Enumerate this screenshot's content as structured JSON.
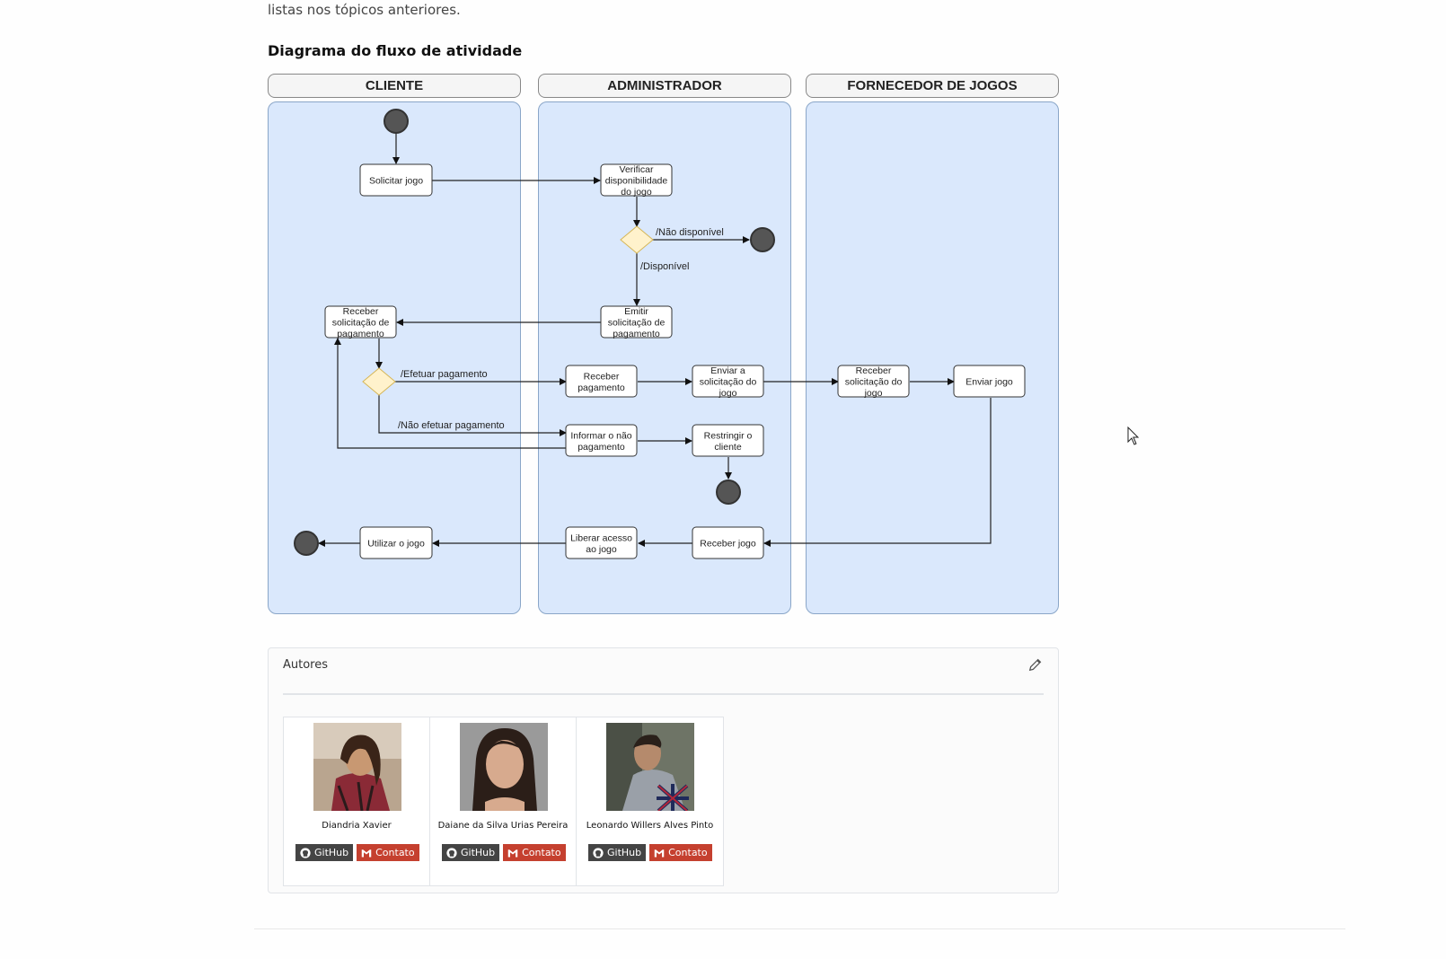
{
  "page": {
    "intro_text": "listas nos tópicos anteriores.",
    "section_title": "Diagrama do fluxo de atividade"
  },
  "diagram": {
    "lanes": [
      "CLIENTE",
      "ADMINISTRADOR",
      "FORNECEDOR DE JOGOS"
    ],
    "nodes": {
      "solicitar": [
        "Solicitar jogo"
      ],
      "verificar": [
        "Verificar",
        "disponibilidade",
        "do jogo"
      ],
      "emitir": [
        "Emitir",
        "solicitação de",
        "pagamento"
      ],
      "receber_solic": [
        "Receber",
        "solicitação de",
        "pagamento"
      ],
      "receber_pag": [
        "Receber",
        "pagamento"
      ],
      "enviar_solic": [
        "Enviar a",
        "solicitação do",
        "jogo"
      ],
      "forn_receber": [
        "Receber",
        "solicitação do",
        "jogo"
      ],
      "enviar_jogo": [
        "Enviar jogo"
      ],
      "informar": [
        "Informar o não",
        "pagamento"
      ],
      "restringir": [
        "Restringir o",
        "cliente"
      ],
      "receber_jogo": [
        "Receber jogo"
      ],
      "liberar": [
        "Liberar acesso",
        "ao jogo"
      ],
      "utilizar": [
        "Utilizar o jogo"
      ]
    },
    "edge_labels": {
      "nao_disponivel": "/Não disponível",
      "disponivel": "/Disponível",
      "efetuar": "/Efetuar pagamento",
      "nao_efetuar": "/Não efetuar pagamento"
    },
    "colors": {
      "lane_fill": "#dae8fc",
      "decision_fill": "#fff2cc",
      "terminal_fill": "#555555"
    }
  },
  "authors_section": {
    "title": "Autores",
    "authors": [
      {
        "name": "Diandria Xavier",
        "github_label": "GitHub",
        "contact_label": "Contato"
      },
      {
        "name": "Daiane da Silva Urias Pereira",
        "github_label": "GitHub",
        "contact_label": "Contato"
      },
      {
        "name": "Leonardo Willers Alves Pinto",
        "github_label": "GitHub",
        "contact_label": "Contato"
      }
    ]
  }
}
